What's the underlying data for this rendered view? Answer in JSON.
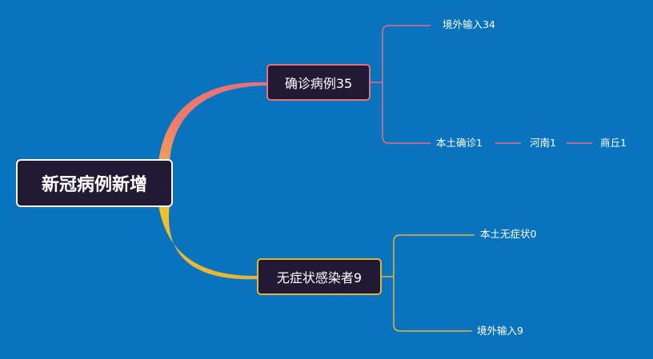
{
  "root": {
    "label": "新冠病例新增"
  },
  "branches": [
    {
      "label": "确诊病例35",
      "color": "#e8707e",
      "children": [
        {
          "label": "境外输入34"
        },
        {
          "label": "本土确诊1",
          "children": [
            {
              "label": "河南1",
              "children": [
                {
                  "label": "商丘1"
                }
              ]
            }
          ]
        }
      ]
    },
    {
      "label": "无症状感染者9",
      "color": "#e3b53c",
      "children": [
        {
          "label": "本土无症状0"
        },
        {
          "label": "境外输入9"
        }
      ]
    }
  ],
  "colors": {
    "background": "#0a73bd",
    "node_fill": "#221a35",
    "root_border": "#ffffff"
  }
}
